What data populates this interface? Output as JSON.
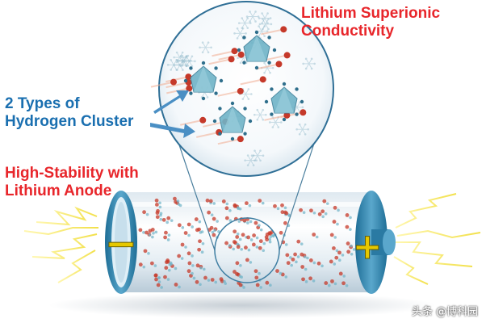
{
  "colors": {
    "red_label": "#e8262b",
    "blue_label": "#1a6fb0",
    "cluster": "#6fb3c7",
    "lithium": "#c5392a",
    "terminal": "#e6c800"
  },
  "labels": {
    "top_line1": "Lithium Superionic",
    "top_line2": "Conductivity",
    "left_line1": "2 Types of",
    "left_line2": "Hydrogen Cluster",
    "mid_line1": "High-Stability with",
    "mid_line2": "Lithium Anode"
  },
  "battery": {
    "negative_symbol": "−",
    "positive_symbol": "+"
  },
  "watermark": "头条 @博科园"
}
